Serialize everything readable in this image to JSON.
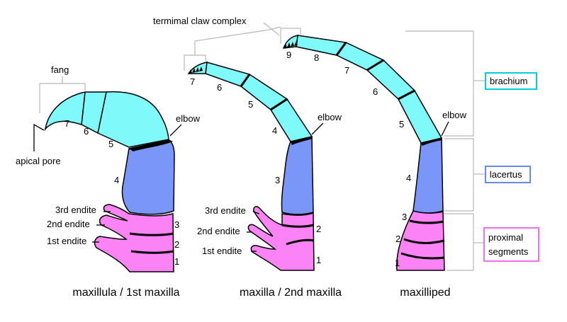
{
  "labels": {
    "fang": "fang",
    "apical_pore": "apical pore",
    "terminal_claw_complex": "termimal claw complex",
    "elbow": "elbow",
    "third_endite": "3rd endite",
    "second_endite": "2nd endite",
    "first_endite": "1st endite"
  },
  "appendages": [
    {
      "caption": "maxillula / 1st maxilla",
      "segments": [
        "1",
        "2",
        "3",
        "4",
        "5",
        "6",
        "7"
      ]
    },
    {
      "caption": "maxilla / 2nd maxilla",
      "segments": [
        "1",
        "2",
        "3",
        "4",
        "5",
        "6",
        "7"
      ]
    },
    {
      "caption": "maxilliped",
      "segments": [
        "1",
        "2",
        "3",
        "4",
        "5",
        "6",
        "7",
        "8",
        "9"
      ]
    }
  ],
  "regions": [
    {
      "label": "brachium",
      "color": "#00d0d8"
    },
    {
      "label": "lacertus",
      "color": "#6a8ae8"
    },
    {
      "label": "proximal segments",
      "lines": [
        "proximal",
        "segments"
      ],
      "color": "#f070e8"
    }
  ],
  "colors": {
    "brachium_fill": "#7ff9f9",
    "lacertus_fill": "#7b96f9",
    "proximal_fill": "#fc83f5",
    "joint": "#000000",
    "bracket_line": "#b8b8b8"
  }
}
